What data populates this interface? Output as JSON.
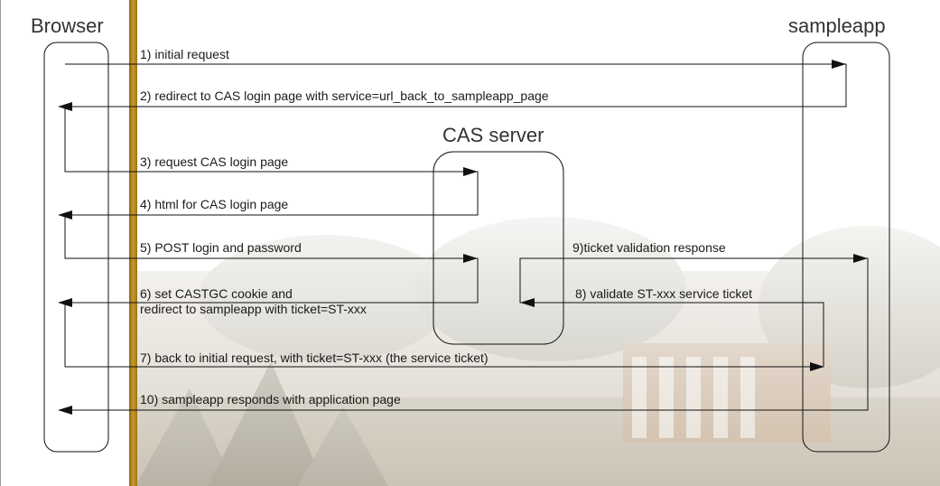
{
  "actors": {
    "browser": "Browser",
    "sampleapp": "sampleapp",
    "cas_server": "CAS server"
  },
  "messages": [
    {
      "id": "m1",
      "text": "1) initial request"
    },
    {
      "id": "m2",
      "text": "2) redirect to CAS login page with service=url_back_to_sampleapp_page"
    },
    {
      "id": "m3",
      "text": "3) request CAS login page"
    },
    {
      "id": "m4",
      "text": "4) html for CAS login page"
    },
    {
      "id": "m5",
      "text": "5) POST login and password"
    },
    {
      "id": "m6a",
      "text": "6) set CASTGC cookie and"
    },
    {
      "id": "m6b",
      "text": "redirect to sampleapp with ticket=ST-xxx"
    },
    {
      "id": "m7",
      "text": "7) back to initial request, with ticket=ST-xxx (the service ticket)"
    },
    {
      "id": "m8",
      "text": "8) validate ST-xxx service ticket"
    },
    {
      "id": "m9",
      "text": "9)ticket validation response"
    },
    {
      "id": "m10",
      "text": "10) sampleapp responds with application page"
    }
  ],
  "colors": {
    "left_bar": "#b88a1e",
    "line": "#111111",
    "title_text": "#333333"
  }
}
